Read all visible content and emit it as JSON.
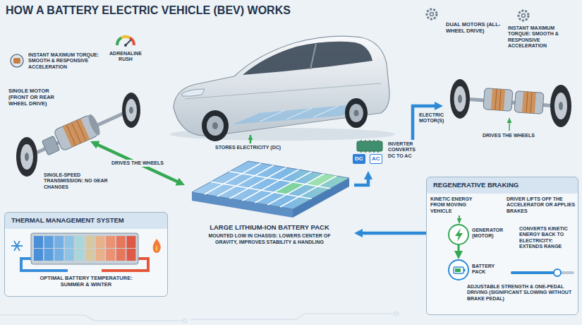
{
  "diagram": {
    "title": "HOW A BATTERY ELECTRIC VEHICLE (BEV) WORKS",
    "nodes": [
      {
        "text": [
          "SINGLE MOTOR (FRONT OR REAR WHEEL DRIVE)"
        ]
      },
      {
        "text": [
          "DUAL MOTORS (ALL-WHEEL DRIVE)"
        ]
      },
      {
        "text": [
          "DC",
          "AC",
          "INVERTER CONVERTS DC TO AC"
        ]
      },
      {
        "text": [
          "THERMAL MANAGEMENT SYSTEM",
          "OPTIMAL BATTERY TEMPERATURE: SUMMER & WINTER"
        ]
      },
      {
        "text": [
          "LARGE LITHIUM-ION BATTERY PACK",
          "MOUNTED LOW IN CHASSIS: LOWERS CENTER OF GRAVITY, IMPROVES STABILITY & HANDLING"
        ]
      },
      {
        "text": [
          "REGENERATIVE BRAKING"
        ]
      },
      {
        "text": [
          "GENERATOR (MOTOR)"
        ],
        "in": 5
      },
      {
        "text": [
          "BATTERY PACK"
        ],
        "in": 5
      }
    ],
    "edges": [
      {
        "from": 4,
        "to": 0,
        "arrow": "both",
        "label": "DRIVES THE WHEELS"
      },
      {
        "from": 4,
        "to": 2,
        "arrow": "to"
      },
      {
        "from": 2,
        "to": 1,
        "arrow": "to",
        "label": "ELECTRIC MOTOR(S)"
      },
      {
        "from": 5,
        "to": 4,
        "arrow": "to"
      },
      {
        "from": 6,
        "to": 7,
        "arrow": "to"
      }
    ],
    "labels": [
      "INSTANT MAXIMUM TORQUE: SMOOTH & RESPONSIVE ACCELERATION",
      "ADRENALINE RUSH",
      "SINGLE-SPEED TRANSMISSION: NO GEAR CHANGES",
      "INSTANT MAXIMUM TORQUE: SMOOTH & RESPONSIVE ACCELERATION",
      "DRIVES THE WHEELS",
      "STORES ELECTRICITY (DC)",
      "KINETIC ENERGY FROM MOVING VEHICLE",
      "DRIVER LIFTS OFF THE ACCELERATOR OR APPLIES BRAKES",
      "CONVERTS KINETIC ENERGY BACK TO ELECTRICITY: EXTENDS RANGE",
      "ADJUSTABLE STRENGTH & ONE-PEDAL DRIVING (SIGNIFICANT SLOWING WITHOUT BRAKE PEDAL)"
    ]
  }
}
